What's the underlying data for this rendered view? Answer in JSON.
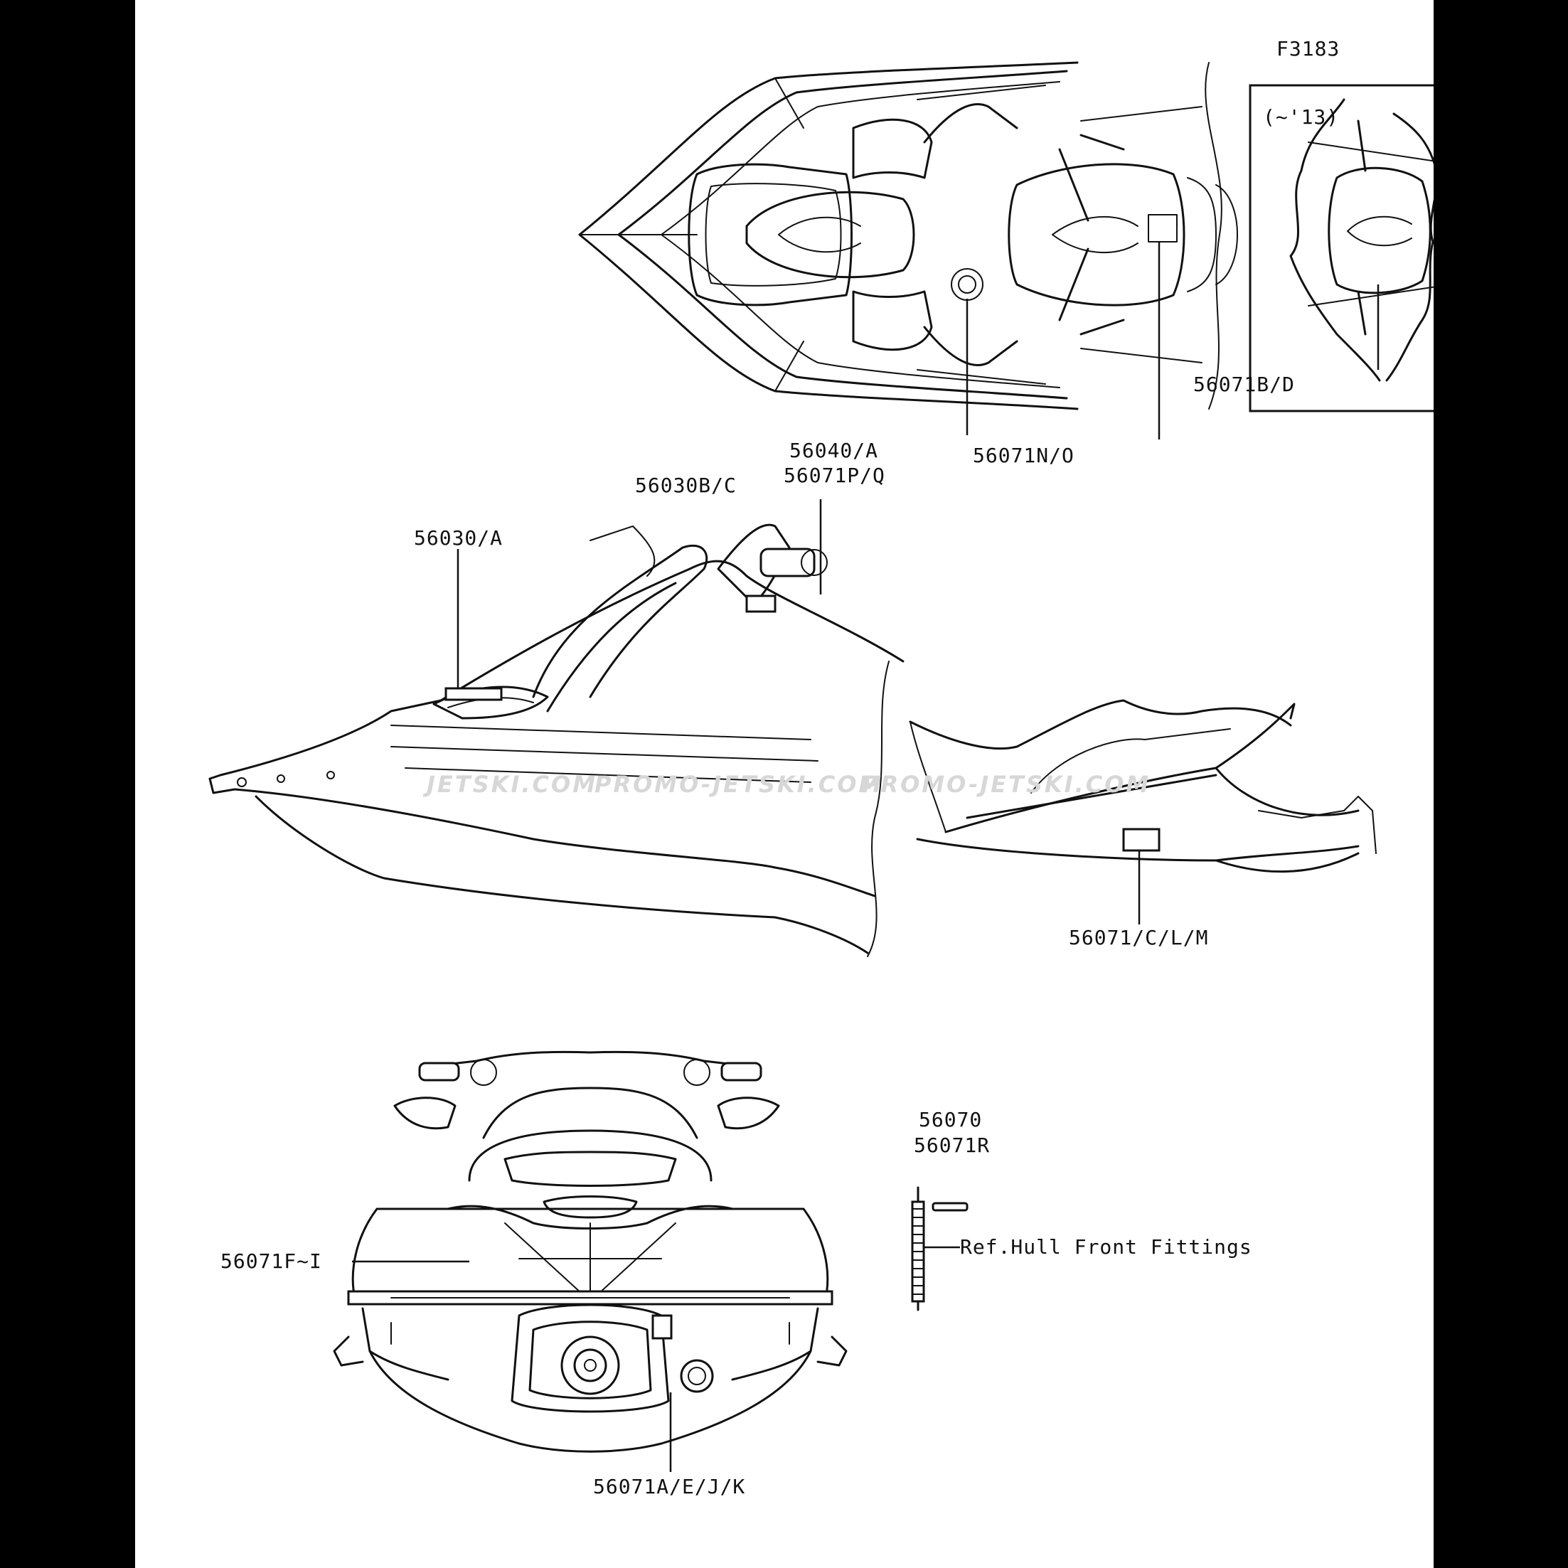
{
  "figure_code": "F3183",
  "inset_note": "(~'13)",
  "watermarks": [
    "JETSKI.COM",
    "PROMO-JETSKI.COM",
    "PROMO-JETSKI.COM"
  ],
  "labels": {
    "l_56071BD": "56071B/D",
    "l_56040A": "56040/A",
    "l_56071PQ": "56071P/Q",
    "l_56071NO": "56071N/O",
    "l_56030BC": "56030B/C",
    "l_56030A": "56030/A",
    "l_56071CLM": "56071/C/L/M",
    "l_56070": "56070",
    "l_56071R": "56071R",
    "l_ref": "Ref.Hull Front Fittings",
    "l_56071FI": "56071F~I",
    "l_56071AEJK": "56071A/E/J/K"
  }
}
